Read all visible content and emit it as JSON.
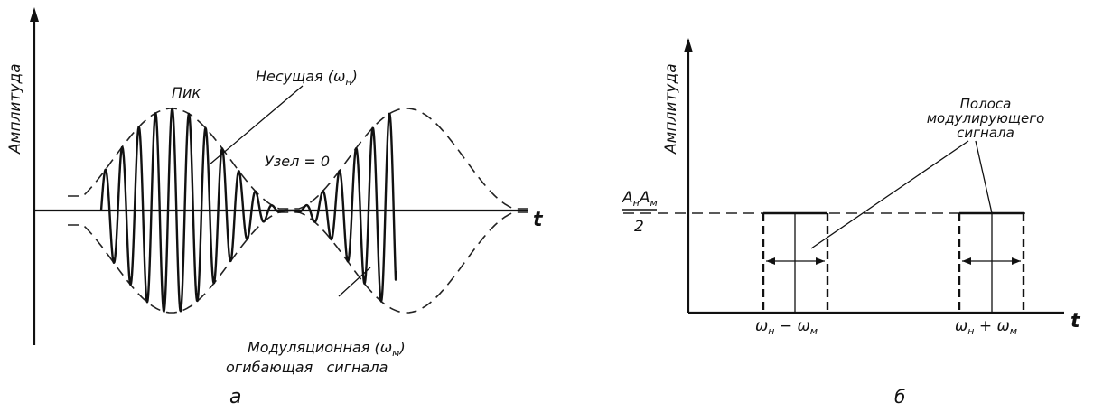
{
  "diagram_a": {
    "ylabel": "Амплитуда",
    "xlabel": "t",
    "peak_label": "Пик",
    "carrier_label": "Несущая (ω",
    "carrier_sub": "н",
    "carrier_close": ")",
    "node_label": "Узел = 0",
    "envelope_line1": "Модуляционная (ω",
    "envelope_sub": "м",
    "envelope_close": ")",
    "envelope_line2": "огибающая   сигнала",
    "caption": "а"
  },
  "diagram_b": {
    "ylabel": "Амплитуда",
    "xlabel": "t",
    "level_num_A1": "A",
    "level_num_s1": "н",
    "level_num_A2": "A",
    "level_num_s2": "м",
    "level_den": "2",
    "band_line1": "Полоса",
    "band_line2": "модулирующего",
    "band_line3": "сигнала",
    "x1_w": "ω",
    "x1_s1": "н",
    "x1_mid": " − ω",
    "x1_s2": "м",
    "x2_w": "ω",
    "x2_s1": "н",
    "x2_mid": " + ω",
    "x2_s2": "м",
    "caption": "б"
  }
}
